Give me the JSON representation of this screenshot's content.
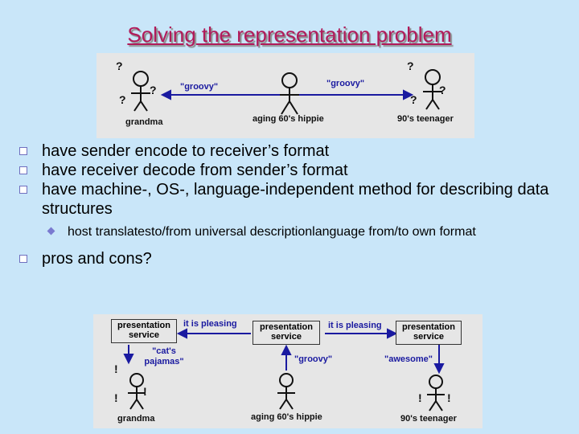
{
  "title": "Solving the representation problem",
  "figure1": {
    "grandma": "grandma",
    "hippie": "aging 60's hippie",
    "teenager": "90's teenager",
    "groovy_left": "\"groovy\"",
    "groovy_right": "\"groovy\"",
    "q": "?"
  },
  "bullets": [
    "have sender encode to receiver’s format",
    "have receiver decode from sender’s format",
    "have machine-, OS-, language-independent method for describing data structures"
  ],
  "sub_bullet": "host translatesto/from universal descriptionlanguage from/to own format",
  "bullet_last": "pros and cons?",
  "figure2": {
    "pres_service": "presentation service",
    "it_is_pleasing_1": "it is pleasing",
    "it_is_pleasing_2": "it is pleasing",
    "cats_pajamas": "\"cat's pajamas\"",
    "groovy": "\"groovy\"",
    "awesome": "\"awesome\"",
    "grandma": "grandma",
    "hippie": "aging 60's hippie",
    "teenager": "90's teenager",
    "excl": "!"
  },
  "colors": {
    "background": "#c9e6f9",
    "title": "#b11a5a",
    "figure_bg": "#e6e6e6",
    "arrow_blue": "#1a1aa0",
    "bullet": "#6f6fbf"
  }
}
